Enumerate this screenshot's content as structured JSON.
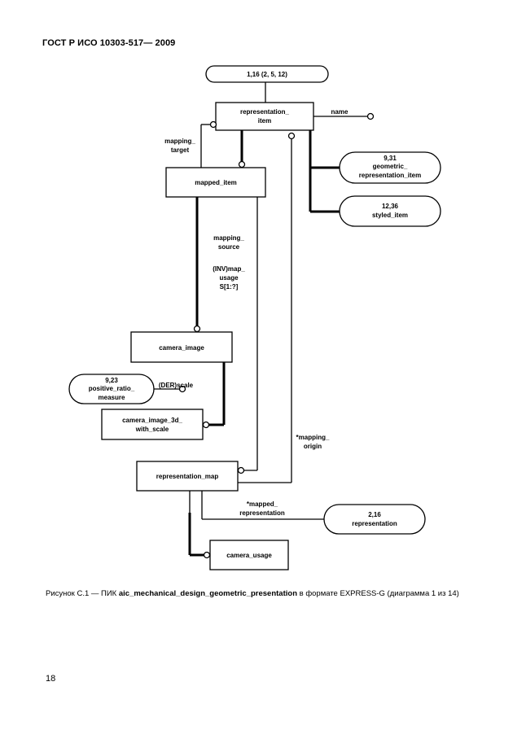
{
  "header": {
    "title": "ГОСТ Р ИСО 10303-517— 2009"
  },
  "diagram": {
    "page_ref": "1,16 (2, 5, 12)",
    "entities": {
      "representation_item": [
        "representation_",
        "item"
      ],
      "mapped_item": [
        "mapped_item"
      ],
      "camera_image": [
        "camera_image"
      ],
      "camera_image_3d_with_scale": [
        "camera_image_3d_",
        "with_scale"
      ],
      "representation_map": [
        "representation_map"
      ],
      "camera_usage": [
        "camera_usage"
      ]
    },
    "refs": {
      "geometric_representation_item": [
        "9,31",
        "geometric_",
        "representation_item"
      ],
      "styled_item": [
        "12,36",
        "styled_item"
      ],
      "positive_ratio_measure": [
        "9,23",
        "positive_ratio_",
        "measure"
      ],
      "representation": [
        "2,16",
        "representation"
      ]
    },
    "attributes": {
      "name": [
        "name"
      ],
      "mapping_target": [
        "mapping_",
        "target"
      ],
      "mapping_source": [
        "mapping_",
        "source"
      ],
      "map_usage": [
        "(INV)map_",
        "usage",
        "S[1:?]"
      ],
      "scale": [
        "(DER)scale"
      ],
      "mapping_origin": [
        "*mapping_",
        "origin"
      ],
      "mapped_representation": [
        "*mapped_",
        "representation"
      ]
    }
  },
  "caption": {
    "prefix": "Рисунок С.1 — ПИК ",
    "schema": "aic_mechanical_design_geometric_presentation",
    "suffix": " в формате EXPRESS-G (диаграмма 1 из 14)"
  },
  "page_number": "18"
}
